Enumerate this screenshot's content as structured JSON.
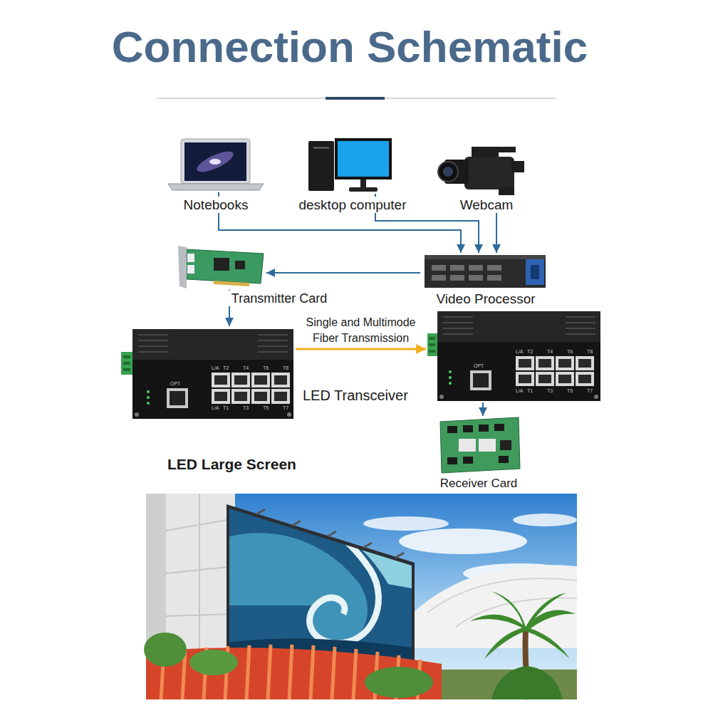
{
  "diagram": {
    "title": "Connection Schematic",
    "nodes": [
      {
        "text": [
          "Notebooks"
        ]
      },
      {
        "text": [
          "desktop computer"
        ]
      },
      {
        "text": [
          "Webcam"
        ]
      },
      {
        "text": [
          "Transmitter Card"
        ]
      },
      {
        "text": [
          "Video Processor"
        ]
      },
      {
        "text": [
          "LED Transceiver"
        ]
      },
      {
        "text": []
      },
      {
        "text": [
          "Receiver Card"
        ]
      },
      {
        "text": [
          "LED Large Screen"
        ]
      }
    ],
    "edges": [
      {
        "from": 0,
        "to": 4,
        "arrow": "to"
      },
      {
        "from": 1,
        "to": 4,
        "arrow": "to"
      },
      {
        "from": 2,
        "to": 4,
        "arrow": "to"
      },
      {
        "from": 4,
        "to": 3,
        "arrow": "to"
      },
      {
        "from": 3,
        "to": 5,
        "arrow": "to"
      },
      {
        "from": 5,
        "to": 6,
        "label": "Single and Multimode Fiber Transmission",
        "arrow": "to"
      },
      {
        "from": 6,
        "to": 7,
        "arrow": "to"
      }
    ],
    "labels": [
      "L/A",
      "T2",
      "T4",
      "T6",
      "T8",
      "L/A",
      "T1",
      "T3",
      "T5",
      "T7",
      "OPT",
      "L/A",
      "T2",
      "T4",
      "T6",
      "T8",
      "L/A",
      "T1",
      "T3",
      "T5",
      "T7",
      "OPT"
    ]
  }
}
